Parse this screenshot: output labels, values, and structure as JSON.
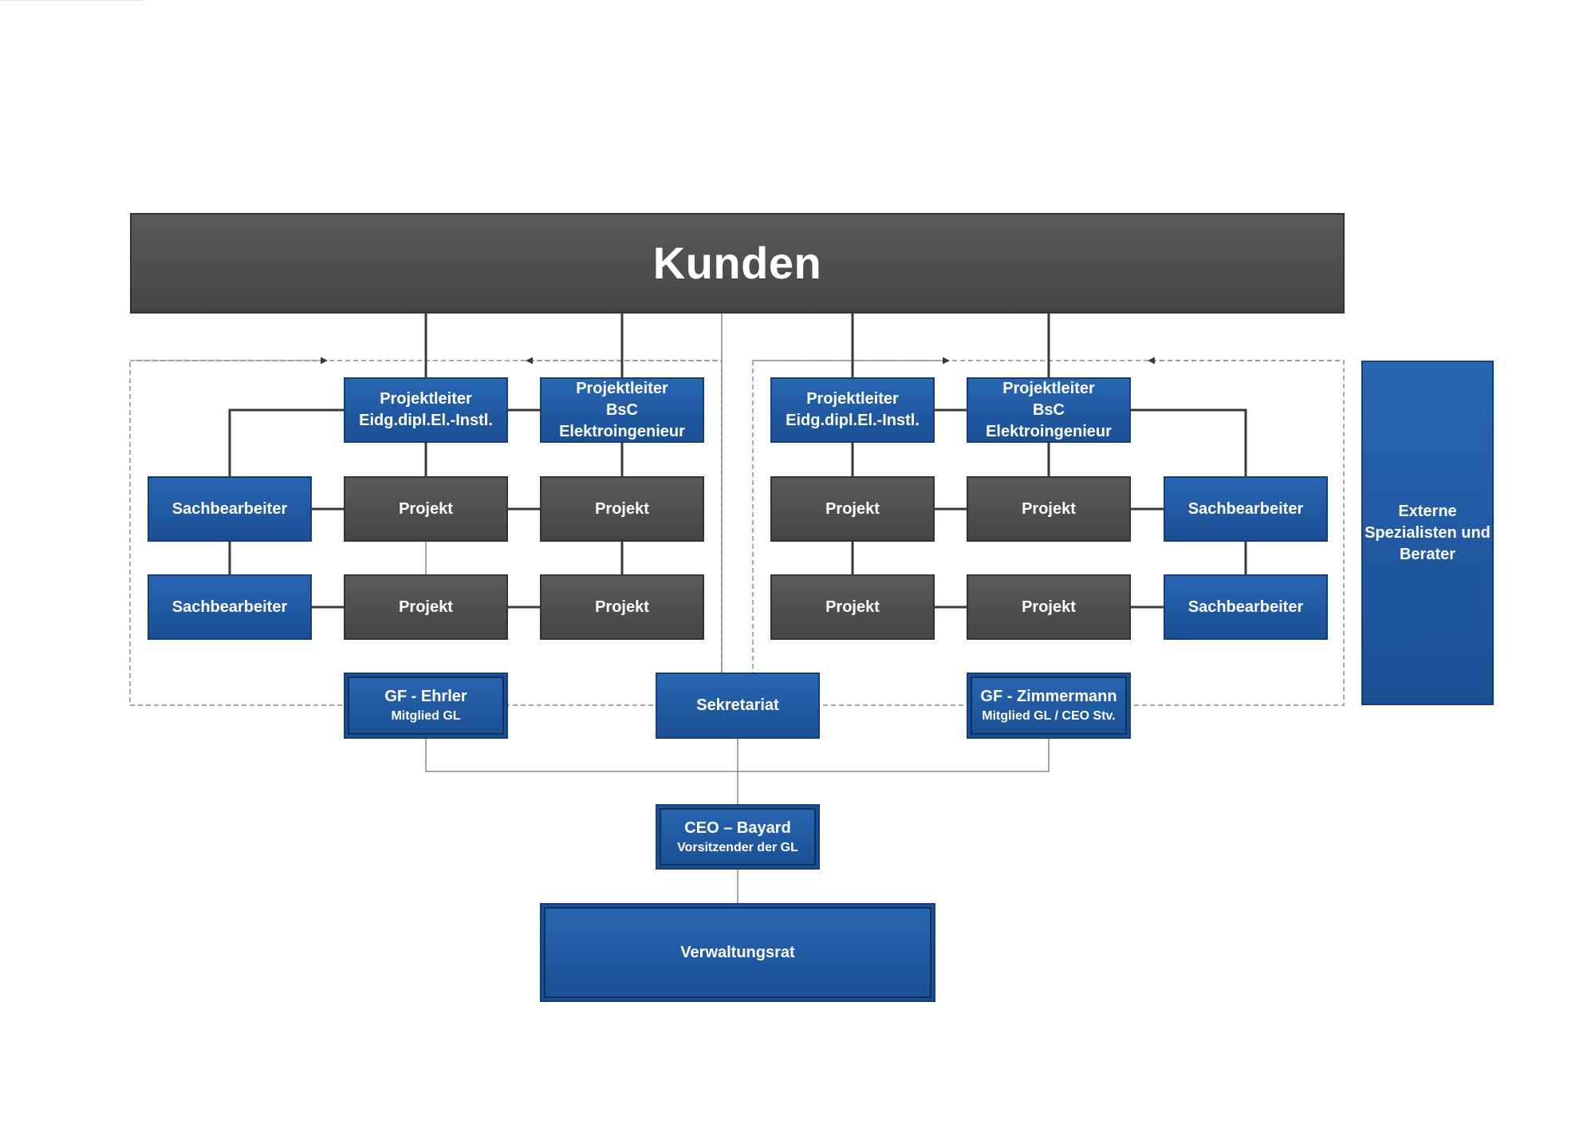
{
  "header": {
    "label": "Kunden"
  },
  "left_group": {
    "pl1": {
      "title": "Projektleiter",
      "sub": "Eidg.dipl.El.-Instl."
    },
    "pl2": {
      "title": "Projektleiter",
      "sub": "BsC Elektroingenieur"
    },
    "sb1": "Sachbearbeiter",
    "sb2": "Sachbearbeiter",
    "projects": [
      "Projekt",
      "Projekt",
      "Projekt",
      "Projekt"
    ]
  },
  "right_group": {
    "pl1": {
      "title": "Projektleiter",
      "sub": "Eidg.dipl.El.-Instl."
    },
    "pl2": {
      "title": "Projektleiter",
      "sub": "BsC Elektroingenieur"
    },
    "sb1": "Sachbearbeiter",
    "sb2": "Sachbearbeiter",
    "projects": [
      "Projekt",
      "Projekt",
      "Projekt",
      "Projekt"
    ]
  },
  "external": {
    "lines": [
      "Externe",
      "Spezialisten und",
      "Berater"
    ]
  },
  "gf_ehrler": {
    "name": "GF - Ehrler",
    "role": "Mitglied GL"
  },
  "sekretariat": "Sekretariat",
  "gf_zimmermann": {
    "name": "GF - Zimmermann",
    "role": "Mitglied GL / CEO Stv."
  },
  "ceo": {
    "name": "CEO – Bayard",
    "role": "Vorsitzender der GL"
  },
  "board": "Verwaltungsrat",
  "colors": {
    "blue": "#1f5aa6",
    "gray": "#4d4d4d",
    "line": "#3a3a3a",
    "dash": "#8c8c8c"
  }
}
